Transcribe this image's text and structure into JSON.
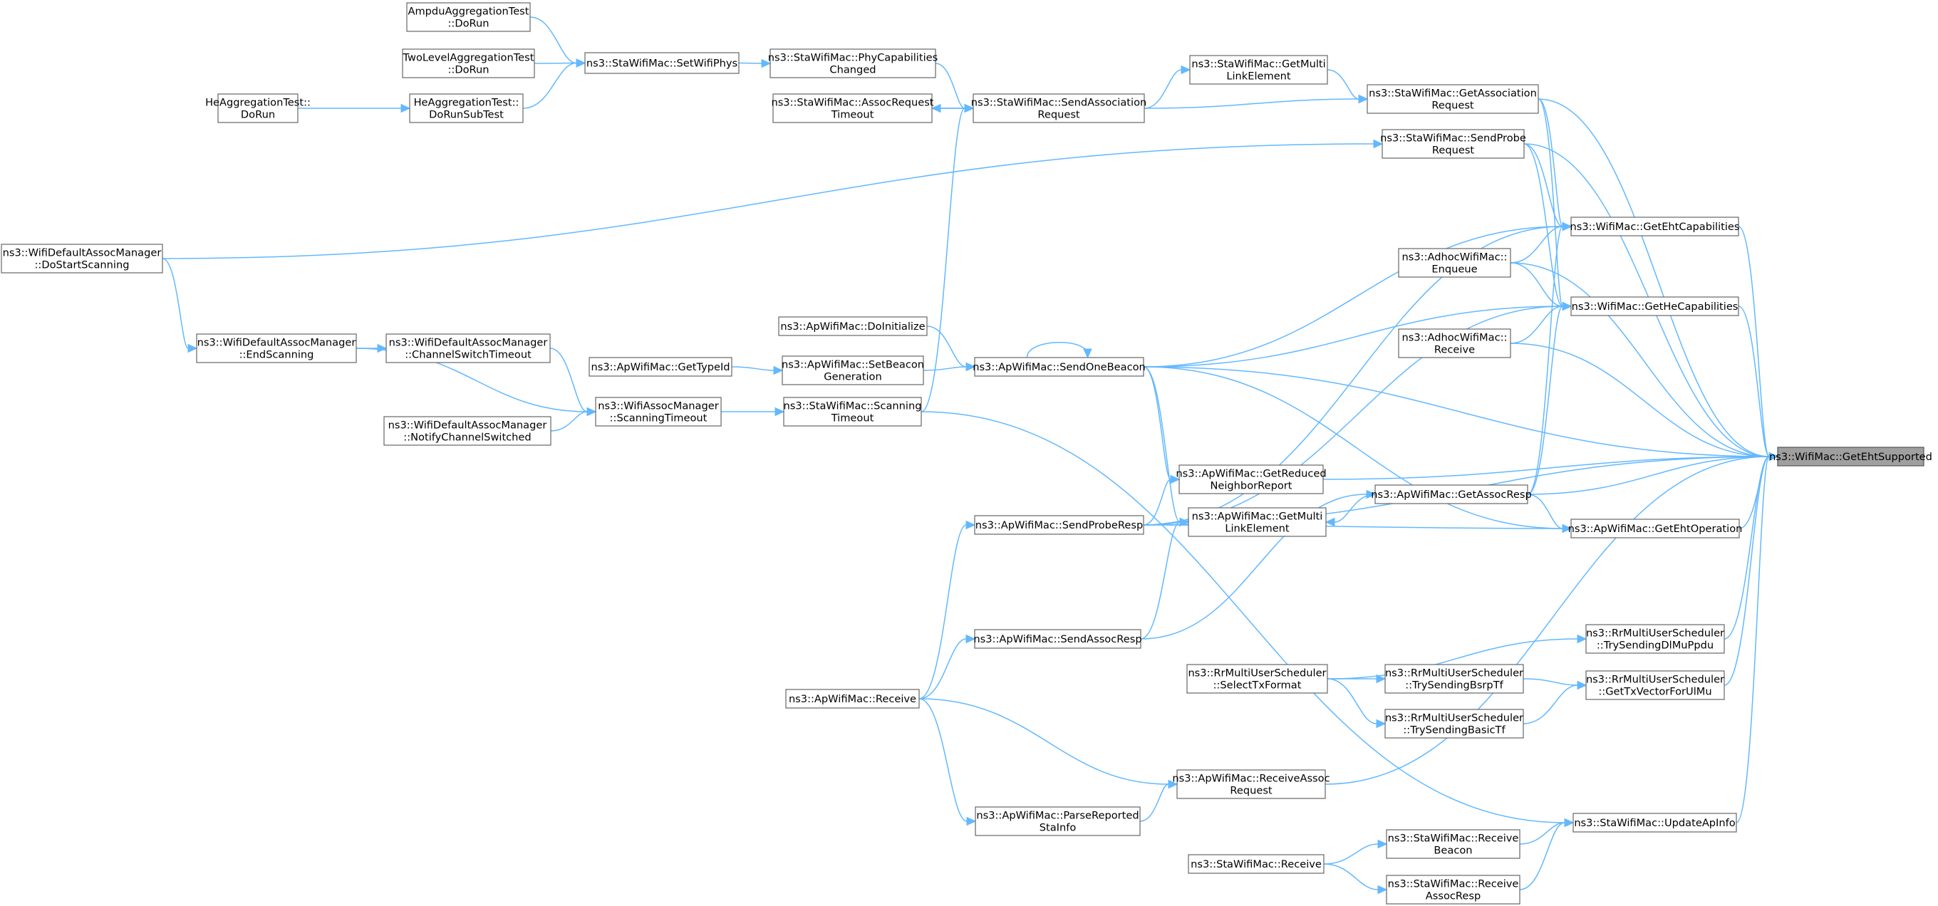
{
  "diagram": {
    "focus": "ns3::WifiMac::GetEhtSupported",
    "nodes": [
      {
        "id": "eht_supported",
        "lines": [
          "ns3::WifiMac::GetEhtSupported"
        ]
      },
      {
        "id": "ampdu_dorun",
        "lines": [
          "AmpduAggregationTest",
          "::DoRun"
        ]
      },
      {
        "id": "twolevel_dorun",
        "lines": [
          "TwoLevelAggregationTest",
          "::DoRun"
        ]
      },
      {
        "id": "he_dorun",
        "lines": [
          "HeAggregationTest::",
          "DoRun"
        ]
      },
      {
        "id": "he_dorunsub",
        "lines": [
          "HeAggregationTest::",
          "DoRunSubTest"
        ]
      },
      {
        "id": "sta_setwifiphys",
        "lines": [
          "ns3::StaWifiMac::SetWifiPhys"
        ]
      },
      {
        "id": "sta_phycap",
        "lines": [
          "ns3::StaWifiMac::PhyCapabilities",
          "Changed"
        ]
      },
      {
        "id": "sta_assocreqtimeout",
        "lines": [
          "ns3::StaWifiMac::AssocRequest",
          "Timeout"
        ]
      },
      {
        "id": "sta_sendassocreq",
        "lines": [
          "ns3::StaWifiMac::SendAssociation",
          "Request"
        ]
      },
      {
        "id": "sta_getmultilink",
        "lines": [
          "ns3::StaWifiMac::GetMulti",
          "LinkElement"
        ]
      },
      {
        "id": "sta_getassocreq",
        "lines": [
          "ns3::StaWifiMac::GetAssociation",
          "Request"
        ]
      },
      {
        "id": "sta_sendprobereq",
        "lines": [
          "ns3::StaWifiMac::SendProbe",
          "Request"
        ]
      },
      {
        "id": "wifi_getehtcap",
        "lines": [
          "ns3::WifiMac::GetEhtCapabilities"
        ]
      },
      {
        "id": "adhoc_enqueue",
        "lines": [
          "ns3::AdhocWifiMac::",
          "Enqueue"
        ]
      },
      {
        "id": "wifi_gethecap",
        "lines": [
          "ns3::WifiMac::GetHeCapabilities"
        ]
      },
      {
        "id": "adhoc_receive",
        "lines": [
          "ns3::AdhocWifiMac::",
          "Receive"
        ]
      },
      {
        "id": "default_dostartscan",
        "lines": [
          "ns3::WifiDefaultAssocManager",
          "::DoStartScanning"
        ]
      },
      {
        "id": "default_endscan",
        "lines": [
          "ns3::WifiDefaultAssocManager",
          "::EndScanning"
        ]
      },
      {
        "id": "default_chswitch",
        "lines": [
          "ns3::WifiDefaultAssocManager",
          "::ChannelSwitchTimeout"
        ]
      },
      {
        "id": "default_notifych",
        "lines": [
          "ns3::WifiDefaultAssocManager",
          "::NotifyChannelSwitched"
        ]
      },
      {
        "id": "assoc_scantimeout",
        "lines": [
          "ns3::WifiAssocManager",
          "::ScanningTimeout"
        ]
      },
      {
        "id": "ap_gettypeid",
        "lines": [
          "ns3::ApWifiMac::GetTypeId"
        ]
      },
      {
        "id": "ap_doinit",
        "lines": [
          "ns3::ApWifiMac::DoInitialize"
        ]
      },
      {
        "id": "ap_setbeacon",
        "lines": [
          "ns3::ApWifiMac::SetBeacon",
          "Generation"
        ]
      },
      {
        "id": "sta_scantimeout",
        "lines": [
          "ns3::StaWifiMac::Scanning",
          "Timeout"
        ]
      },
      {
        "id": "ap_sendonebeacon",
        "lines": [
          "ns3::ApWifiMac::SendOneBeacon"
        ]
      },
      {
        "id": "ap_getreduced",
        "lines": [
          "ns3::ApWifiMac::GetReduced",
          "NeighborReport"
        ]
      },
      {
        "id": "ap_getassocresp",
        "lines": [
          "ns3::ApWifiMac::GetAssocResp"
        ]
      },
      {
        "id": "ap_getmultilink",
        "lines": [
          "ns3::ApWifiMac::GetMulti",
          "LinkElement"
        ]
      },
      {
        "id": "ap_getehtop",
        "lines": [
          "ns3::ApWifiMac::GetEhtOperation"
        ]
      },
      {
        "id": "ap_sendproberesp",
        "lines": [
          "ns3::ApWifiMac::SendProbeResp"
        ]
      },
      {
        "id": "ap_sendassocresp",
        "lines": [
          "ns3::ApWifiMac::SendAssocResp"
        ]
      },
      {
        "id": "rr_trydlmu",
        "lines": [
          "ns3::RrMultiUserScheduler",
          "::TrySendingDlMuPpdu"
        ]
      },
      {
        "id": "rr_selecttx",
        "lines": [
          "ns3::RrMultiUserScheduler",
          "::SelectTxFormat"
        ]
      },
      {
        "id": "rr_trybsrp",
        "lines": [
          "ns3::RrMultiUserScheduler",
          "::TrySendingBsrpTf"
        ]
      },
      {
        "id": "rr_gettxvector",
        "lines": [
          "ns3::RrMultiUserScheduler",
          "::GetTxVectorForUlMu"
        ]
      },
      {
        "id": "rr_trybasic",
        "lines": [
          "ns3::RrMultiUserScheduler",
          "::TrySendingBasicTf"
        ]
      },
      {
        "id": "ap_receive",
        "lines": [
          "ns3::ApWifiMac::Receive"
        ]
      },
      {
        "id": "ap_receiveassoc",
        "lines": [
          "ns3::ApWifiMac::ReceiveAssoc",
          "Request"
        ]
      },
      {
        "id": "ap_parsereported",
        "lines": [
          "ns3::ApWifiMac::ParseReported",
          "StaInfo"
        ]
      },
      {
        "id": "sta_updateapinfo",
        "lines": [
          "ns3::StaWifiMac::UpdateApInfo"
        ]
      },
      {
        "id": "sta_receivebeacon",
        "lines": [
          "ns3::StaWifiMac::Receive",
          "Beacon"
        ]
      },
      {
        "id": "sta_receive",
        "lines": [
          "ns3::StaWifiMac::Receive"
        ]
      },
      {
        "id": "sta_receiveassocresp",
        "lines": [
          "ns3::StaWifiMac::Receive",
          "AssocResp"
        ]
      }
    ],
    "edges": [
      [
        "ampdu_dorun",
        "sta_setwifiphys"
      ],
      [
        "twolevel_dorun",
        "sta_setwifiphys"
      ],
      [
        "he_dorun",
        "he_dorunsub"
      ],
      [
        "he_dorunsub",
        "sta_setwifiphys"
      ],
      [
        "sta_setwifiphys",
        "sta_phycap"
      ],
      [
        "sta_phycap",
        "sta_sendassocreq"
      ],
      [
        "sta_assocreqtimeout",
        "sta_sendassocreq"
      ],
      [
        "sta_sendassocreq",
        "sta_assocreqtimeout"
      ],
      [
        "sta_sendassocreq",
        "sta_getmultilink"
      ],
      [
        "sta_sendassocreq",
        "sta_getassocreq"
      ],
      [
        "sta_getmultilink",
        "sta_getassocreq"
      ],
      [
        "sta_getassocreq",
        "eht_supported"
      ],
      [
        "sta_getassocreq",
        "wifi_getehtcap"
      ],
      [
        "sta_getassocreq",
        "wifi_gethecap"
      ],
      [
        "default_dostartscan",
        "sta_sendprobereq"
      ],
      [
        "default_dostartscan",
        "default_endscan"
      ],
      [
        "sta_sendprobereq",
        "eht_supported"
      ],
      [
        "sta_sendprobereq",
        "wifi_getehtcap"
      ],
      [
        "sta_sendprobereq",
        "wifi_gethecap"
      ],
      [
        "wifi_getehtcap",
        "eht_supported"
      ],
      [
        "adhoc_enqueue",
        "eht_supported"
      ],
      [
        "adhoc_enqueue",
        "wifi_getehtcap"
      ],
      [
        "adhoc_enqueue",
        "wifi_gethecap"
      ],
      [
        "wifi_gethecap",
        "eht_supported"
      ],
      [
        "adhoc_receive",
        "eht_supported"
      ],
      [
        "adhoc_receive",
        "wifi_gethecap"
      ],
      [
        "default_endscan",
        "default_chswitch"
      ],
      [
        "default_endscan",
        "assoc_scantimeout"
      ],
      [
        "default_chswitch",
        "assoc_scantimeout"
      ],
      [
        "default_notifych",
        "assoc_scantimeout"
      ],
      [
        "assoc_scantimeout",
        "sta_scantimeout"
      ],
      [
        "ap_gettypeid",
        "ap_setbeacon"
      ],
      [
        "ap_doinit",
        "ap_sendonebeacon"
      ],
      [
        "ap_setbeacon",
        "ap_sendonebeacon"
      ],
      [
        "sta_scantimeout",
        "sta_sendassocreq"
      ],
      [
        "sta_scantimeout",
        "sta_updateapinfo"
      ],
      [
        "ap_sendonebeacon",
        "ap_sendonebeacon"
      ],
      [
        "ap_sendonebeacon",
        "wifi_getehtcap"
      ],
      [
        "ap_sendonebeacon",
        "wifi_gethecap"
      ],
      [
        "ap_sendonebeacon",
        "eht_supported"
      ],
      [
        "ap_sendonebeacon",
        "ap_getreduced"
      ],
      [
        "ap_sendonebeacon",
        "ap_getmultilink"
      ],
      [
        "ap_sendonebeacon",
        "ap_getehtop"
      ],
      [
        "ap_getreduced",
        "eht_supported"
      ],
      [
        "ap_getassocresp",
        "ap_getmultilink"
      ],
      [
        "ap_getassocresp",
        "eht_supported"
      ],
      [
        "ap_getassocresp",
        "wifi_getehtcap"
      ],
      [
        "ap_getassocresp",
        "wifi_gethecap"
      ],
      [
        "ap_getassocresp",
        "ap_getehtop"
      ],
      [
        "ap_getehtop",
        "eht_supported"
      ],
      [
        "ap_sendproberesp",
        "wifi_getehtcap"
      ],
      [
        "ap_sendproberesp",
        "wifi_gethecap"
      ],
      [
        "ap_sendproberesp",
        "ap_getreduced"
      ],
      [
        "ap_sendproberesp",
        "ap_getmultilink"
      ],
      [
        "ap_sendproberesp",
        "ap_getehtop"
      ],
      [
        "ap_sendproberesp",
        "eht_supported"
      ],
      [
        "ap_sendassocresp",
        "ap_getmultilink"
      ],
      [
        "ap_sendassocresp",
        "ap_getassocresp"
      ],
      [
        "ap_receive",
        "ap_sendproberesp"
      ],
      [
        "ap_receive",
        "ap_sendassocresp"
      ],
      [
        "ap_receive",
        "ap_receiveassoc"
      ],
      [
        "ap_receive",
        "ap_parsereported"
      ],
      [
        "ap_receiveassoc",
        "eht_supported"
      ],
      [
        "ap_parsereported",
        "ap_receiveassoc"
      ],
      [
        "rr_trydlmu",
        "eht_supported"
      ],
      [
        "rr_selecttx",
        "rr_trydlmu"
      ],
      [
        "rr_selecttx",
        "rr_trybsrp"
      ],
      [
        "rr_selecttx",
        "rr_trybasic"
      ],
      [
        "rr_trybsrp",
        "rr_gettxvector"
      ],
      [
        "rr_trybasic",
        "rr_gettxvector"
      ],
      [
        "rr_gettxvector",
        "eht_supported"
      ],
      [
        "sta_updateapinfo",
        "eht_supported"
      ],
      [
        "sta_receivebeacon",
        "sta_updateapinfo"
      ],
      [
        "sta_receive",
        "sta_receivebeacon"
      ],
      [
        "sta_receive",
        "sta_receiveassocresp"
      ],
      [
        "sta_receiveassocresp",
        "sta_updateapinfo"
      ]
    ]
  }
}
